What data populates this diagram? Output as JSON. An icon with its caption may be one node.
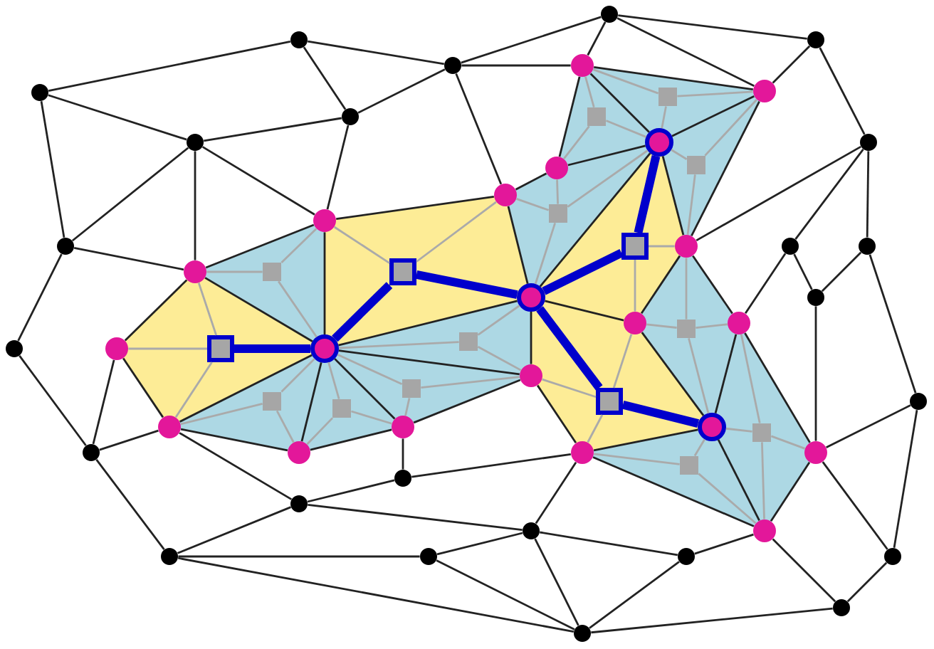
{
  "diagram": {
    "nodes": [
      {
        "text": [],
        "shape": "circle"
      },
      {
        "text": [],
        "shape": "circle"
      },
      {
        "text": [],
        "shape": "circle"
      },
      {
        "text": [],
        "shape": "circle"
      },
      {
        "text": [],
        "shape": "circle"
      },
      {
        "text": [],
        "shape": "circle"
      },
      {
        "text": [],
        "shape": "circle"
      },
      {
        "text": [],
        "shape": "circle"
      },
      {
        "text": [],
        "shape": "circle"
      },
      {
        "text": [],
        "shape": "circle"
      },
      {
        "text": [],
        "shape": "circle"
      },
      {
        "text": [],
        "shape": "circle"
      },
      {
        "text": [],
        "shape": "circle"
      },
      {
        "text": [],
        "shape": "circle"
      },
      {
        "text": [],
        "shape": "circle"
      },
      {
        "text": [],
        "shape": "circle"
      },
      {
        "text": [],
        "shape": "circle"
      },
      {
        "text": [],
        "shape": "circle"
      },
      {
        "text": [],
        "shape": "circle"
      },
      {
        "text": [],
        "shape": "circle"
      },
      {
        "text": [],
        "shape": "circle"
      },
      {
        "text": [],
        "shape": "circle"
      },
      {
        "text": [],
        "shape": "circle"
      },
      {
        "text": [],
        "shape": "circle"
      },
      {
        "text": [],
        "shape": "circle"
      },
      {
        "text": [],
        "shape": "circle"
      },
      {
        "text": [],
        "shape": "circle"
      },
      {
        "text": [],
        "shape": "circle"
      },
      {
        "text": [],
        "shape": "circle"
      },
      {
        "text": [],
        "shape": "circle"
      },
      {
        "text": [],
        "shape": "circle"
      },
      {
        "text": [],
        "shape": "circle"
      },
      {
        "text": [],
        "shape": "circle"
      },
      {
        "text": [],
        "shape": "circle"
      },
      {
        "text": [],
        "shape": "circle"
      },
      {
        "text": [],
        "shape": "circle"
      },
      {
        "text": [],
        "shape": "circle"
      },
      {
        "text": [],
        "shape": "circle"
      },
      {
        "text": [],
        "shape": "circle"
      },
      {
        "text": [],
        "shape": "circle"
      },
      {
        "text": [],
        "shape": "circle"
      },
      {
        "text": [],
        "shape": "circle"
      },
      {
        "text": [],
        "shape": "circle"
      },
      {
        "text": [],
        "shape": "circle"
      },
      {
        "text": [],
        "shape": "circle"
      },
      {
        "text": [],
        "shape": "box"
      },
      {
        "text": [],
        "shape": "box"
      },
      {
        "text": [],
        "shape": "box"
      },
      {
        "text": [],
        "shape": "box"
      },
      {
        "text": [],
        "shape": "box"
      },
      {
        "text": [],
        "shape": "box"
      },
      {
        "text": [],
        "shape": "box"
      },
      {
        "text": [],
        "shape": "box"
      },
      {
        "text": [],
        "shape": "box"
      },
      {
        "text": [],
        "shape": "box"
      },
      {
        "text": [],
        "shape": "box"
      },
      {
        "text": [],
        "shape": "box"
      },
      {
        "text": [],
        "shape": "box"
      },
      {
        "text": [],
        "shape": "box"
      },
      {
        "text": [],
        "shape": "box"
      },
      {
        "text": [],
        "shape": "box"
      }
    ],
    "edges": [
      {
        "from": 30,
        "to": 29,
        "arrow": "none"
      },
      {
        "from": 29,
        "to": 34,
        "arrow": "none"
      },
      {
        "from": 34,
        "to": 30,
        "arrow": "none"
      },
      {
        "from": 24,
        "to": 26,
        "arrow": "none"
      },
      {
        "from": 26,
        "to": 27,
        "arrow": "none"
      },
      {
        "from": 27,
        "to": 24,
        "arrow": "none"
      },
      {
        "from": 24,
        "to": 25,
        "arrow": "none"
      },
      {
        "from": 25,
        "to": 26,
        "arrow": "none"
      },
      {
        "from": 25,
        "to": 31,
        "arrow": "none"
      },
      {
        "from": 31,
        "to": 26,
        "arrow": "none"
      },
      {
        "from": 28,
        "to": 27,
        "arrow": "none"
      },
      {
        "from": 26,
        "to": 32,
        "arrow": "none"
      },
      {
        "from": 32,
        "to": 28,
        "arrow": "none"
      },
      {
        "from": 34,
        "to": 32,
        "arrow": "none"
      },
      {
        "from": 32,
        "to": 37,
        "arrow": "none"
      },
      {
        "from": 37,
        "to": 34,
        "arrow": "none"
      },
      {
        "from": 37,
        "to": 39,
        "arrow": "none"
      },
      {
        "from": 39,
        "to": 34,
        "arrow": "none"
      },
      {
        "from": 34,
        "to": 38,
        "arrow": "none"
      },
      {
        "from": 38,
        "to": 40,
        "arrow": "none"
      },
      {
        "from": 40,
        "to": 34,
        "arrow": "none"
      },
      {
        "from": 40,
        "to": 39,
        "arrow": "none"
      },
      {
        "from": 31,
        "to": 36,
        "arrow": "none"
      },
      {
        "from": 36,
        "to": 41,
        "arrow": "none"
      },
      {
        "from": 41,
        "to": 35,
        "arrow": "none"
      },
      {
        "from": 35,
        "to": 31,
        "arrow": "none"
      },
      {
        "from": 36,
        "to": 43,
        "arrow": "none"
      },
      {
        "from": 43,
        "to": 44,
        "arrow": "none"
      },
      {
        "from": 44,
        "to": 41,
        "arrow": "none"
      },
      {
        "from": 41,
        "to": 42,
        "arrow": "none"
      },
      {
        "from": 42,
        "to": 44,
        "arrow": "none"
      },
      {
        "from": 30,
        "to": 33,
        "arrow": "none"
      },
      {
        "from": 33,
        "to": 38,
        "arrow": "none"
      },
      {
        "from": 29,
        "to": 28,
        "arrow": "none"
      },
      {
        "from": 35,
        "to": 32,
        "arrow": "none"
      },
      {
        "from": 42,
        "to": 37,
        "arrow": "none"
      },
      {
        "from": 0,
        "to": 1,
        "arrow": "none"
      },
      {
        "from": 0,
        "to": 5,
        "arrow": "none"
      },
      {
        "from": 0,
        "to": 8,
        "arrow": "none"
      },
      {
        "from": 1,
        "to": 2,
        "arrow": "none"
      },
      {
        "from": 1,
        "to": 6,
        "arrow": "none"
      },
      {
        "from": 6,
        "to": 2,
        "arrow": "none"
      },
      {
        "from": 6,
        "to": 5,
        "arrow": "none"
      },
      {
        "from": 6,
        "to": 29,
        "arrow": "none"
      },
      {
        "from": 5,
        "to": 8,
        "arrow": "none"
      },
      {
        "from": 5,
        "to": 30,
        "arrow": "none"
      },
      {
        "from": 5,
        "to": 29,
        "arrow": "none"
      },
      {
        "from": 8,
        "to": 30,
        "arrow": "none"
      },
      {
        "from": 8,
        "to": 12,
        "arrow": "none"
      },
      {
        "from": 2,
        "to": 3,
        "arrow": "none"
      },
      {
        "from": 2,
        "to": 24,
        "arrow": "none"
      },
      {
        "from": 2,
        "to": 28,
        "arrow": "none"
      },
      {
        "from": 3,
        "to": 24,
        "arrow": "none"
      },
      {
        "from": 3,
        "to": 4,
        "arrow": "none"
      },
      {
        "from": 3,
        "to": 25,
        "arrow": "none"
      },
      {
        "from": 4,
        "to": 25,
        "arrow": "none"
      },
      {
        "from": 4,
        "to": 7,
        "arrow": "none"
      },
      {
        "from": 7,
        "to": 31,
        "arrow": "none"
      },
      {
        "from": 7,
        "to": 9,
        "arrow": "none"
      },
      {
        "from": 7,
        "to": 10,
        "arrow": "none"
      },
      {
        "from": 9,
        "to": 11,
        "arrow": "none"
      },
      {
        "from": 10,
        "to": 11,
        "arrow": "none"
      },
      {
        "from": 9,
        "to": 36,
        "arrow": "none"
      },
      {
        "from": 11,
        "to": 43,
        "arrow": "none"
      },
      {
        "from": 10,
        "to": 14,
        "arrow": "none"
      },
      {
        "from": 14,
        "to": 43,
        "arrow": "none"
      },
      {
        "from": 14,
        "to": 21,
        "arrow": "none"
      },
      {
        "from": 43,
        "to": 21,
        "arrow": "none"
      },
      {
        "from": 21,
        "to": 22,
        "arrow": "none"
      },
      {
        "from": 22,
        "to": 44,
        "arrow": "none"
      },
      {
        "from": 22,
        "to": 23,
        "arrow": "none"
      },
      {
        "from": 44,
        "to": 20,
        "arrow": "none"
      },
      {
        "from": 20,
        "to": 17,
        "arrow": "none"
      },
      {
        "from": 20,
        "to": 23,
        "arrow": "none"
      },
      {
        "from": 42,
        "to": 17,
        "arrow": "none"
      },
      {
        "from": 17,
        "to": 16,
        "arrow": "none"
      },
      {
        "from": 17,
        "to": 23,
        "arrow": "none"
      },
      {
        "from": 19,
        "to": 17,
        "arrow": "none"
      },
      {
        "from": 19,
        "to": 23,
        "arrow": "none"
      },
      {
        "from": 18,
        "to": 19,
        "arrow": "none"
      },
      {
        "from": 18,
        "to": 23,
        "arrow": "none"
      },
      {
        "from": 18,
        "to": 16,
        "arrow": "none"
      },
      {
        "from": 18,
        "to": 13,
        "arrow": "none"
      },
      {
        "from": 16,
        "to": 38,
        "arrow": "none"
      },
      {
        "from": 16,
        "to": 15,
        "arrow": "none"
      },
      {
        "from": 15,
        "to": 39,
        "arrow": "none"
      },
      {
        "from": 15,
        "to": 42,
        "arrow": "none"
      },
      {
        "from": 13,
        "to": 12,
        "arrow": "none"
      },
      {
        "from": 13,
        "to": 33,
        "arrow": "none"
      },
      {
        "from": 13,
        "to": 38,
        "arrow": "none"
      },
      {
        "from": 45,
        "to": 30,
        "arrow": "none",
        "color": "#aaaaaa"
      },
      {
        "from": 45,
        "to": 33,
        "arrow": "none",
        "color": "#aaaaaa"
      },
      {
        "from": 45,
        "to": 38,
        "arrow": "none",
        "color": "#aaaaaa"
      },
      {
        "from": 46,
        "to": 29,
        "arrow": "none",
        "color": "#aaaaaa"
      },
      {
        "from": 46,
        "to": 28,
        "arrow": "none",
        "color": "#aaaaaa"
      },
      {
        "from": 47,
        "to": 31,
        "arrow": "none",
        "color": "#aaaaaa"
      },
      {
        "from": 47,
        "to": 35,
        "arrow": "none",
        "color": "#aaaaaa"
      },
      {
        "from": 48,
        "to": 35,
        "arrow": "none",
        "color": "#aaaaaa"
      },
      {
        "from": 48,
        "to": 37,
        "arrow": "none",
        "color": "#aaaaaa"
      },
      {
        "from": 48,
        "to": 42,
        "arrow": "none",
        "color": "#aaaaaa"
      },
      {
        "from": 49,
        "to": 30,
        "arrow": "none",
        "color": "#aaaaaa"
      },
      {
        "from": 49,
        "to": 29,
        "arrow": "none",
        "color": "#aaaaaa"
      },
      {
        "from": 49,
        "to": 34,
        "arrow": "none",
        "color": "#aaaaaa"
      },
      {
        "from": 50,
        "to": 24,
        "arrow": "none",
        "color": "#aaaaaa"
      },
      {
        "from": 50,
        "to": 26,
        "arrow": "none",
        "color": "#aaaaaa"
      },
      {
        "from": 50,
        "to": 27,
        "arrow": "none",
        "color": "#aaaaaa"
      },
      {
        "from": 51,
        "to": 24,
        "arrow": "none",
        "color": "#aaaaaa"
      },
      {
        "from": 51,
        "to": 25,
        "arrow": "none",
        "color": "#aaaaaa"
      },
      {
        "from": 51,
        "to": 26,
        "arrow": "none",
        "color": "#aaaaaa"
      },
      {
        "from": 52,
        "to": 26,
        "arrow": "none",
        "color": "#aaaaaa"
      },
      {
        "from": 52,
        "to": 25,
        "arrow": "none",
        "color": "#aaaaaa"
      },
      {
        "from": 52,
        "to": 31,
        "arrow": "none",
        "color": "#aaaaaa"
      },
      {
        "from": 53,
        "to": 28,
        "arrow": "none",
        "color": "#aaaaaa"
      },
      {
        "from": 53,
        "to": 27,
        "arrow": "none",
        "color": "#aaaaaa"
      },
      {
        "from": 53,
        "to": 26,
        "arrow": "none",
        "color": "#aaaaaa"
      },
      {
        "from": 53,
        "to": 32,
        "arrow": "none",
        "color": "#aaaaaa"
      },
      {
        "from": 54,
        "to": 34,
        "arrow": "none",
        "color": "#aaaaaa"
      },
      {
        "from": 54,
        "to": 32,
        "arrow": "none",
        "color": "#aaaaaa"
      },
      {
        "from": 54,
        "to": 37,
        "arrow": "none",
        "color": "#aaaaaa"
      },
      {
        "from": 55,
        "to": 34,
        "arrow": "none",
        "color": "#aaaaaa"
      },
      {
        "from": 55,
        "to": 37,
        "arrow": "none",
        "color": "#aaaaaa"
      },
      {
        "from": 55,
        "to": 39,
        "arrow": "none",
        "color": "#aaaaaa"
      },
      {
        "from": 56,
        "to": 34,
        "arrow": "none",
        "color": "#aaaaaa"
      },
      {
        "from": 56,
        "to": 38,
        "arrow": "none",
        "color": "#aaaaaa"
      },
      {
        "from": 56,
        "to": 40,
        "arrow": "none",
        "color": "#aaaaaa"
      },
      {
        "from": 57,
        "to": 34,
        "arrow": "none",
        "color": "#aaaaaa"
      },
      {
        "from": 57,
        "to": 40,
        "arrow": "none",
        "color": "#aaaaaa"
      },
      {
        "from": 57,
        "to": 39,
        "arrow": "none",
        "color": "#aaaaaa"
      },
      {
        "from": 58,
        "to": 31,
        "arrow": "none",
        "color": "#aaaaaa"
      },
      {
        "from": 58,
        "to": 36,
        "arrow": "none",
        "color": "#aaaaaa"
      },
      {
        "from": 58,
        "to": 41,
        "arrow": "none",
        "color": "#aaaaaa"
      },
      {
        "from": 58,
        "to": 35,
        "arrow": "none",
        "color": "#aaaaaa"
      },
      {
        "from": 59,
        "to": 41,
        "arrow": "none",
        "color": "#aaaaaa"
      },
      {
        "from": 59,
        "to": 36,
        "arrow": "none",
        "color": "#aaaaaa"
      },
      {
        "from": 59,
        "to": 43,
        "arrow": "none",
        "color": "#aaaaaa"
      },
      {
        "from": 59,
        "to": 44,
        "arrow": "none",
        "color": "#aaaaaa"
      },
      {
        "from": 60,
        "to": 41,
        "arrow": "none",
        "color": "#aaaaaa"
      },
      {
        "from": 60,
        "to": 44,
        "arrow": "none",
        "color": "#aaaaaa"
      },
      {
        "from": 60,
        "to": 42,
        "arrow": "none",
        "color": "#aaaaaa"
      },
      {
        "from": 45,
        "to": 34,
        "arrow": "none",
        "style": "thick",
        "color": "#0000cc"
      },
      {
        "from": 34,
        "to": 46,
        "arrow": "none",
        "style": "thick",
        "color": "#0000cc"
      },
      {
        "from": 46,
        "to": 32,
        "arrow": "none",
        "style": "thick",
        "color": "#0000cc"
      },
      {
        "from": 32,
        "to": 47,
        "arrow": "none",
        "style": "thick",
        "color": "#0000cc"
      },
      {
        "from": 47,
        "to": 26,
        "arrow": "none",
        "style": "thick",
        "color": "#0000cc"
      },
      {
        "from": 32,
        "to": 48,
        "arrow": "none",
        "style": "thick",
        "color": "#0000cc"
      },
      {
        "from": 48,
        "to": 41,
        "arrow": "none",
        "style": "thick",
        "color": "#0000cc"
      }
    ]
  }
}
